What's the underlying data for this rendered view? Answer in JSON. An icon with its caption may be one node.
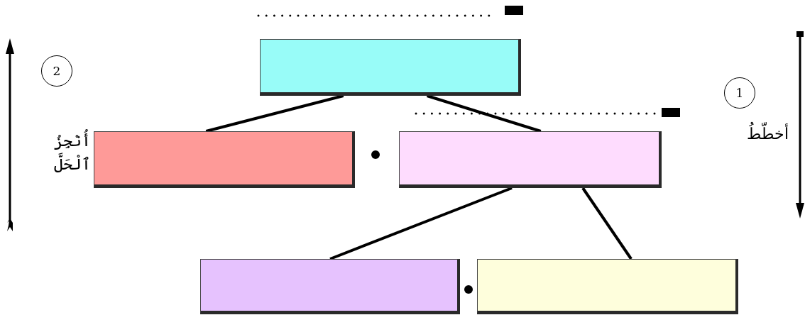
{
  "diagram": {
    "nodes": [
      {
        "text": [],
        "shape": "box"
      },
      {
        "text": [],
        "shape": "box"
      },
      {
        "text": [],
        "shape": "box"
      },
      {
        "text": [],
        "shape": "box"
      },
      {
        "text": [],
        "shape": "box"
      },
      {
        "text": [
          "2"
        ]
      },
      {
        "text": [
          "1"
        ]
      }
    ],
    "edges": [
      {
        "from": 0,
        "to": 1,
        "arrow": "none"
      },
      {
        "from": 0,
        "to": 2,
        "arrow": "none"
      },
      {
        "from": 2,
        "to": 3,
        "arrow": "none"
      },
      {
        "from": 2,
        "to": 4,
        "arrow": "none"
      }
    ],
    "labels": [
      "أُنْجِزُ ٱلْحَلَّ",
      "أخطّطُ"
    ]
  }
}
